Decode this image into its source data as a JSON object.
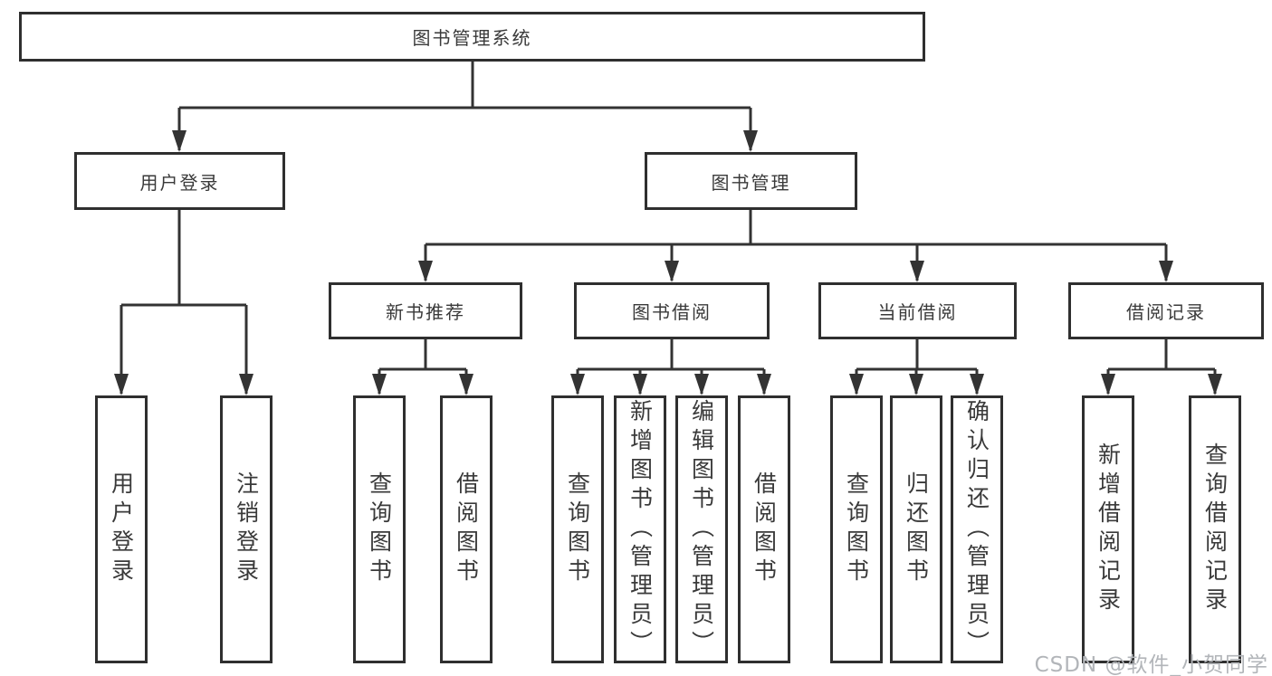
{
  "diagram": {
    "title": "图书管理系统",
    "level2": [
      {
        "label": "用户登录"
      },
      {
        "label": "图书管理"
      }
    ],
    "level3": [
      {
        "label": "新书推荐"
      },
      {
        "label": "图书借阅"
      },
      {
        "label": "当前借阅"
      },
      {
        "label": "借阅记录"
      }
    ],
    "level4": [
      {
        "label": "用户登录"
      },
      {
        "label": "注销登录"
      },
      {
        "label": "查询图书"
      },
      {
        "label": "借阅图书"
      },
      {
        "label": "查询图书"
      },
      {
        "label": "新增图书（管理员）"
      },
      {
        "label": "编辑图书（管理员）"
      },
      {
        "label": "借阅图书"
      },
      {
        "label": "查询图书"
      },
      {
        "label": "归还图书"
      },
      {
        "label": "确认归还（管理员）"
      },
      {
        "label": "新增借阅记录"
      },
      {
        "label": "查询借阅记录"
      }
    ]
  },
  "watermark": {
    "text": "CSDN @软件_小贺同学"
  },
  "colors": {
    "line": "#333333",
    "border": "#2f2f2f",
    "text": "#3a3a3a",
    "watermark": "#b2b5b9",
    "background": "#ffffff"
  }
}
